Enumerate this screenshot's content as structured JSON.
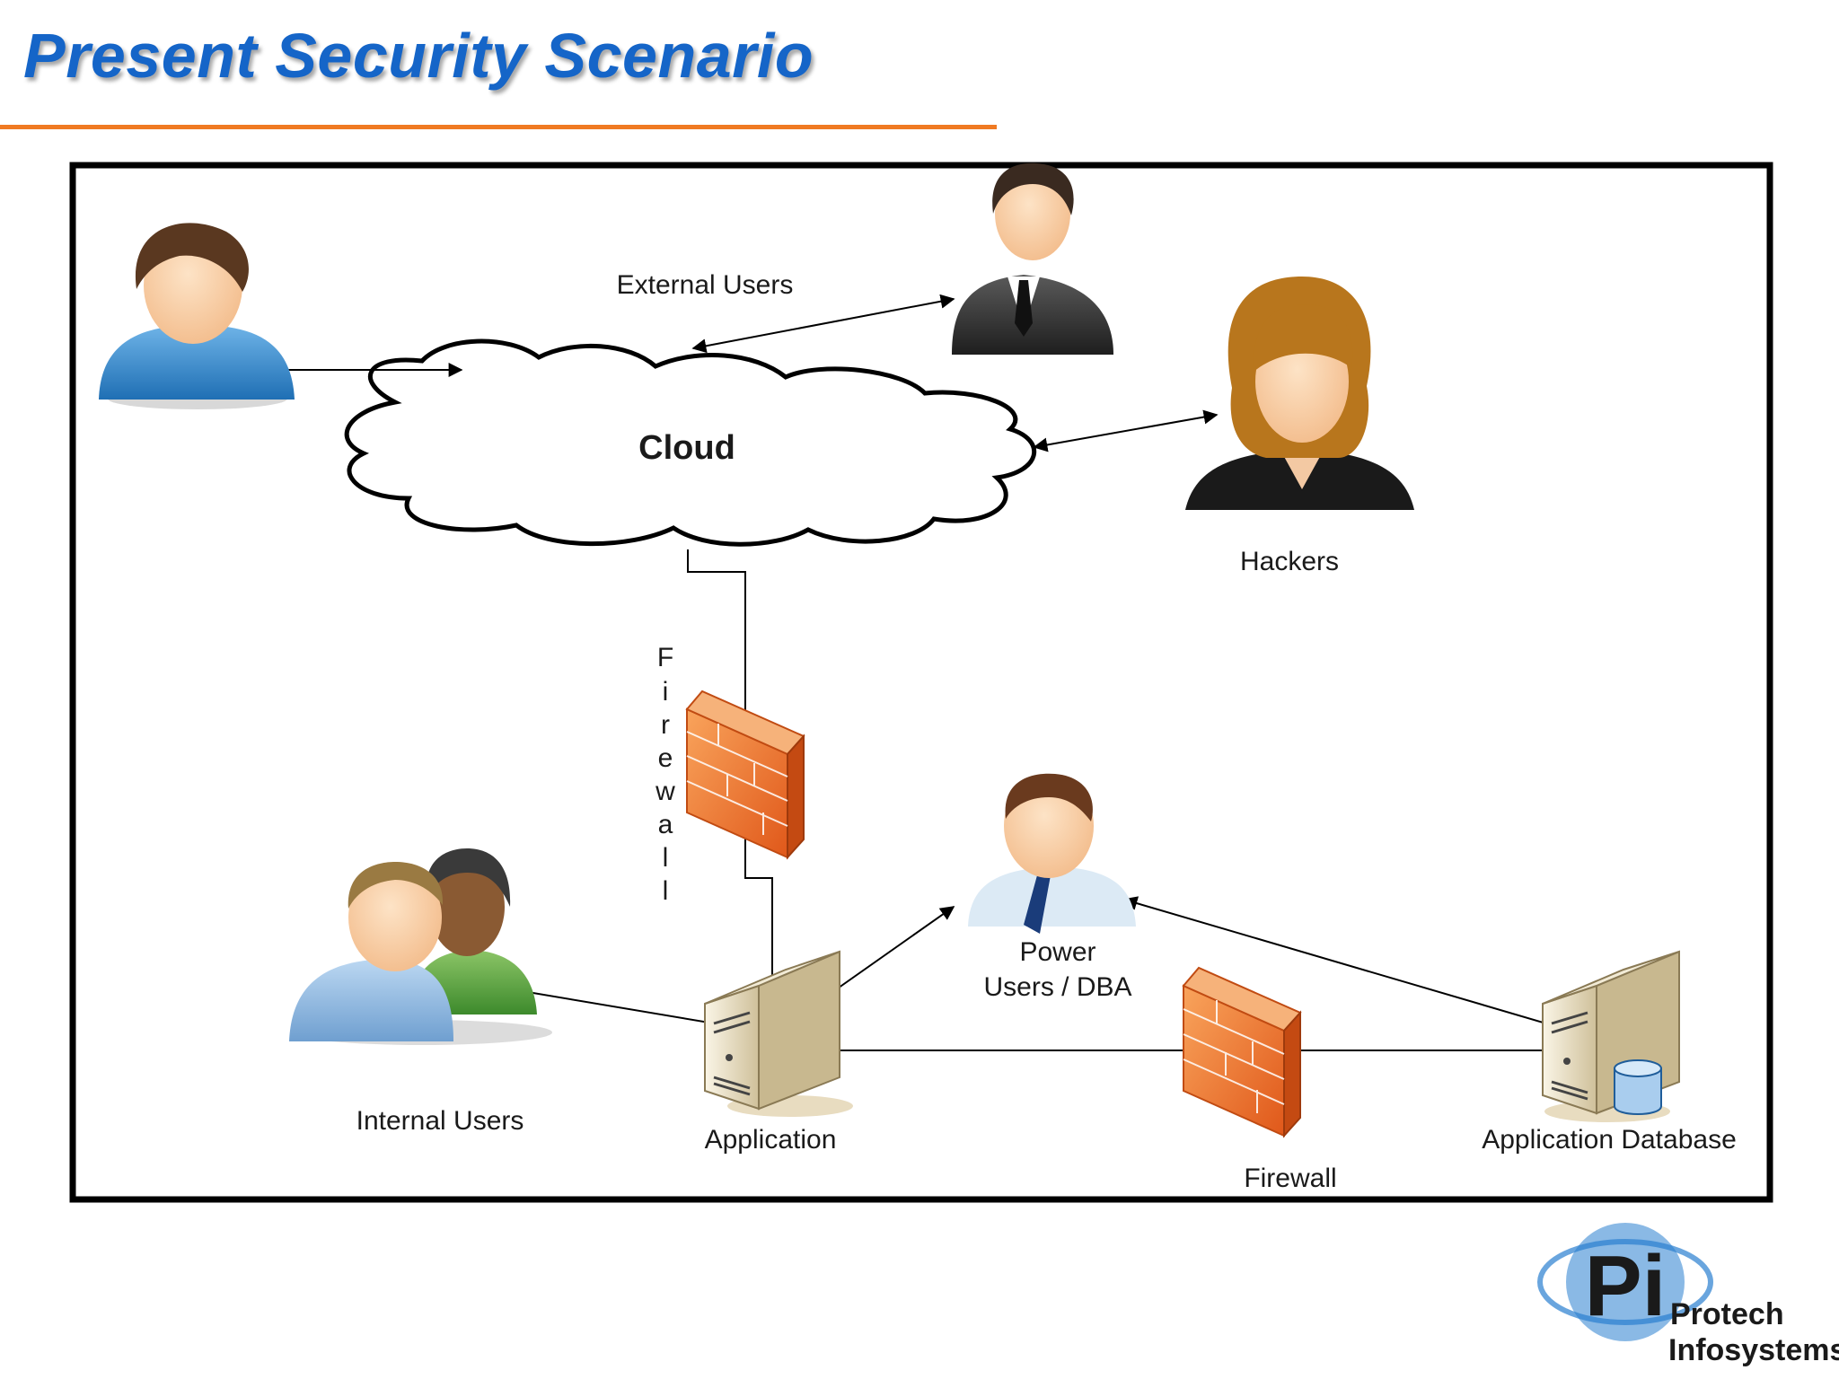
{
  "slide": {
    "title": "Present Security Scenario"
  },
  "diagram": {
    "cloud_label": "Cloud",
    "labels": {
      "external_users": "External Users",
      "hackers": "Hackers",
      "firewall_vertical_letters": [
        "F",
        "i",
        "r",
        "e",
        "w",
        "a",
        "l",
        "l"
      ],
      "power_users_line1": "Power",
      "power_users_line2": "Users / DBA",
      "internal_users": "Internal Users",
      "application": "Application",
      "application_database": "Application Database",
      "firewall_bottom": "Firewall"
    }
  },
  "logo": {
    "initials": "Pi",
    "line1": "Protech",
    "line2": "Infosystems"
  },
  "colors": {
    "title": "#1565c8",
    "rule": "#f07a22",
    "frame": "#000000",
    "firewall": "#f47a2a",
    "server": "#e8dcc0",
    "logo": "#2a7fd0"
  }
}
